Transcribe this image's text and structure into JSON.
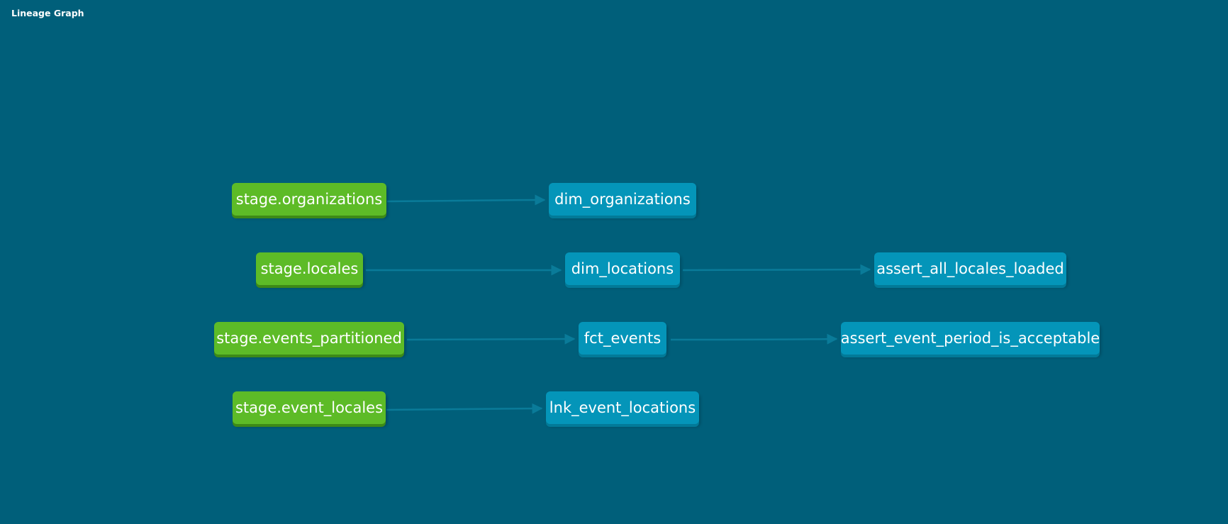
{
  "header": {
    "title": "Lineage Graph"
  },
  "colors": {
    "background": "#005f7a",
    "source_node": "#5dbb27",
    "model_node": "#0495b9",
    "edge": "#0a7b99"
  },
  "nodes": {
    "stage_organizations": {
      "label": "stage.organizations",
      "type": "source"
    },
    "dim_organizations": {
      "label": "dim_organizations",
      "type": "model"
    },
    "stage_locales": {
      "label": "stage.locales",
      "type": "source"
    },
    "dim_locations": {
      "label": "dim_locations",
      "type": "model"
    },
    "assert_all_locales_loaded": {
      "label": "assert_all_locales_loaded",
      "type": "model"
    },
    "stage_events_partitioned": {
      "label": "stage.events_partitioned",
      "type": "source"
    },
    "fct_events": {
      "label": "fct_events",
      "type": "model"
    },
    "assert_event_period_is_acceptable": {
      "label": "assert_event_period_is_acceptable",
      "type": "model"
    },
    "stage_event_locales": {
      "label": "stage.event_locales",
      "type": "source"
    },
    "lnk_event_locations": {
      "label": "lnk_event_locations",
      "type": "model"
    }
  },
  "edges": [
    {
      "from": "stage.organizations",
      "to": "dim_organizations"
    },
    {
      "from": "stage.locales",
      "to": "dim_locations"
    },
    {
      "from": "dim_locations",
      "to": "assert_all_locales_loaded"
    },
    {
      "from": "stage.events_partitioned",
      "to": "fct_events"
    },
    {
      "from": "fct_events",
      "to": "assert_event_period_is_acceptable"
    },
    {
      "from": "stage.event_locales",
      "to": "lnk_event_locations"
    }
  ]
}
